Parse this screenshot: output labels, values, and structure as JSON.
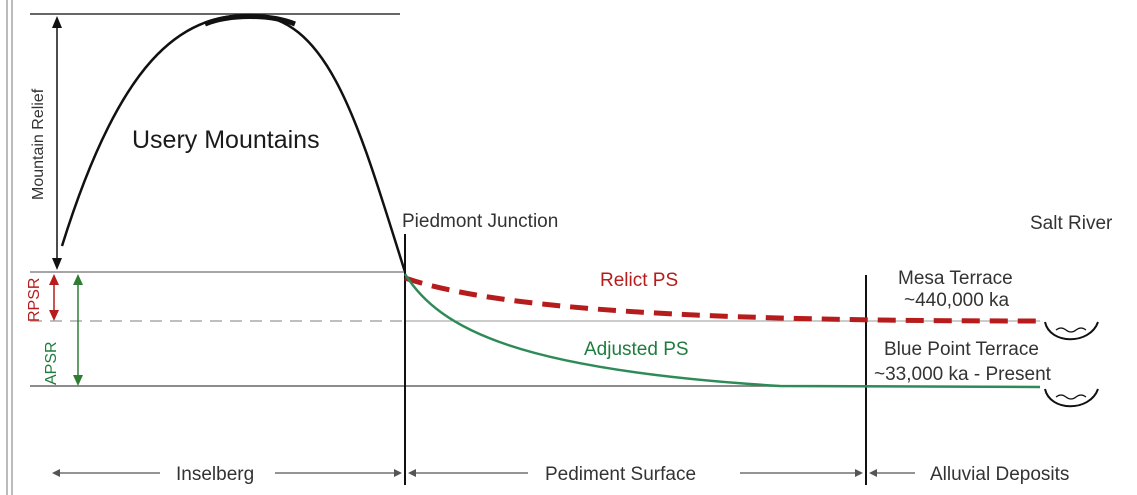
{
  "labels": {
    "mountains": "Usery Mountains",
    "mountain_relief": "Mountain Relief",
    "piedmont_junction": "Piedmont Junction",
    "salt_river": "Salt River",
    "relict_ps": "Relict PS",
    "adjusted_ps": "Adjusted PS",
    "mesa_terrace": "Mesa Terrace",
    "mesa_terrace_age": "~440,000 ka",
    "blue_point_terrace": "Blue Point Terrace",
    "blue_point_terrace_age": "~33,000 ka - Present",
    "rpsr": "RPSR",
    "apsr": "APSR",
    "inselberg": "Inselberg",
    "pediment_surface": "Pediment Surface",
    "alluvial_deposits": "Alluvial Deposits"
  },
  "colors": {
    "outline": "#111111",
    "relict_dashed": "#b71c1c",
    "adjusted_curve": "#2e8b57",
    "rpsr_arrow": "#b71c1c",
    "apsr_arrow": "#2e7d32",
    "reference_lines": "#888888"
  },
  "icons": [
    "river-icon-upper",
    "river-icon-lower"
  ]
}
